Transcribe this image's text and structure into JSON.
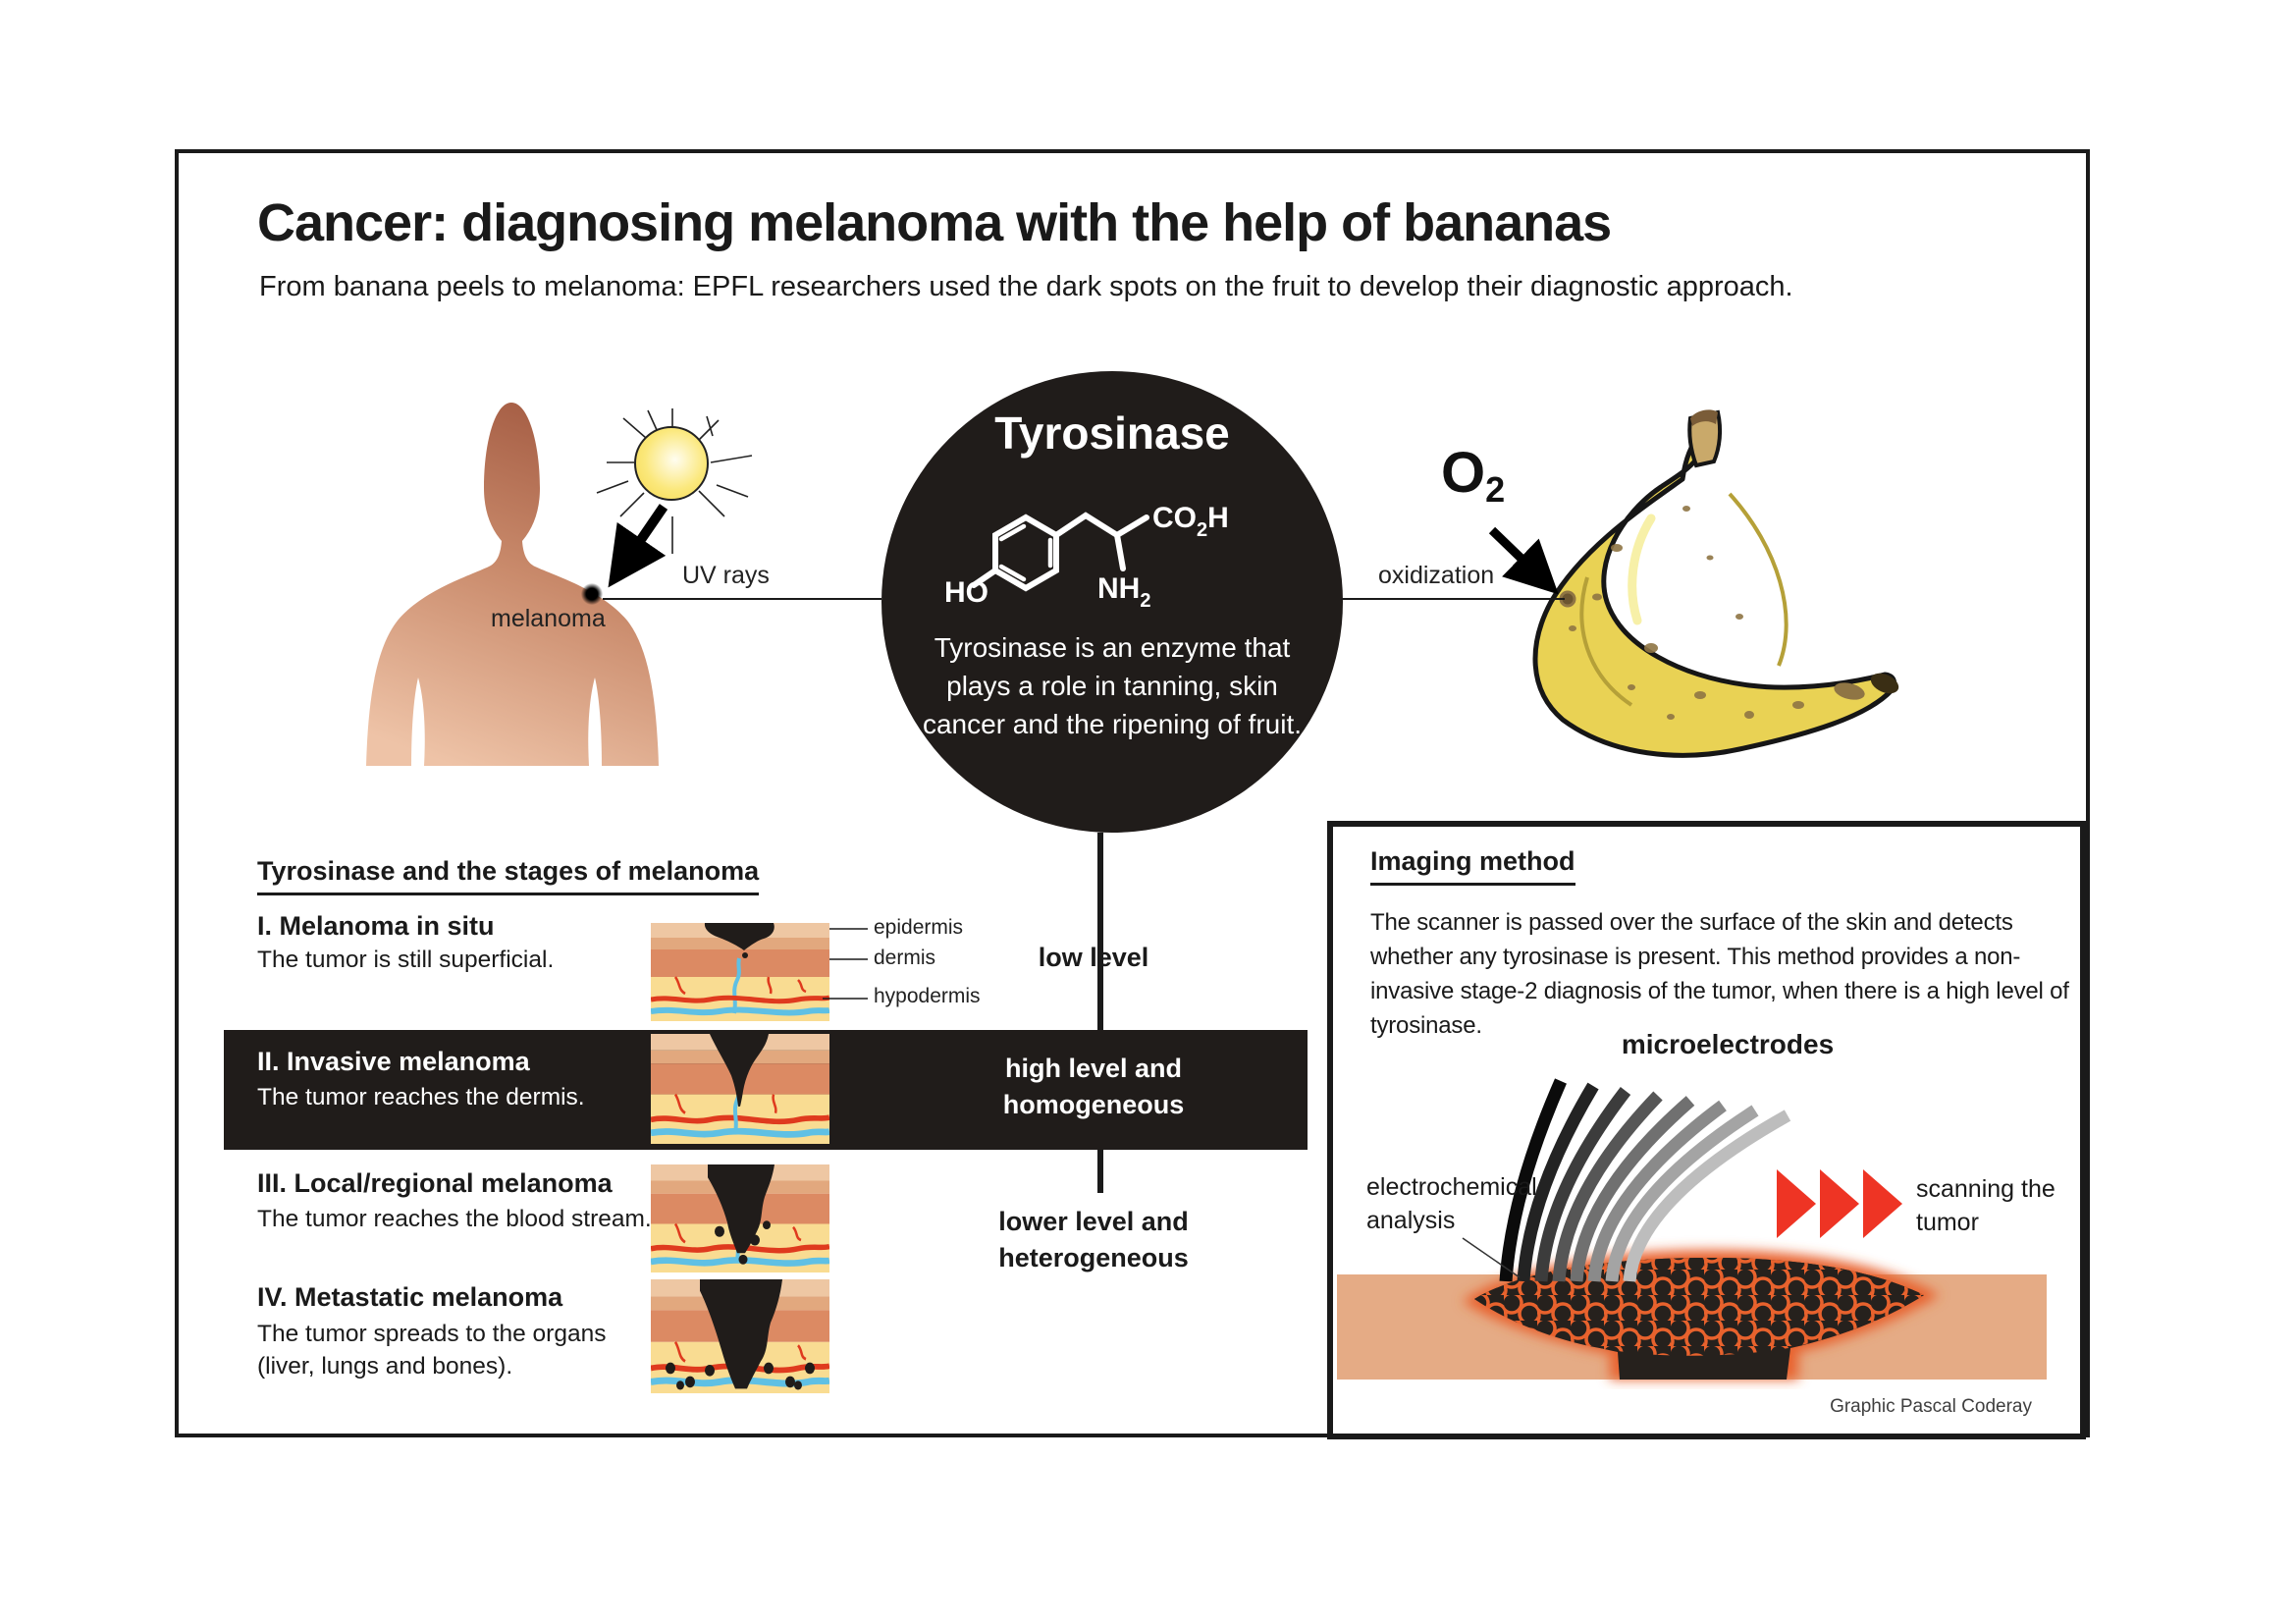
{
  "header": {
    "title": "Cancer: diagnosing melanoma with the help of bananas",
    "subtitle": "From banana peels to melanoma: EPFL researchers used the dark spots on the fruit to develop their diagnostic approach."
  },
  "flow": {
    "melanoma_label": "melanoma",
    "uv_label": "UV rays",
    "oxidization_label": "oxidization",
    "o2": {
      "main": "O",
      "sub": "2"
    },
    "circle": {
      "title": "Tyrosinase",
      "description": "Tyrosinase is an enzyme that plays a role in tanning, skin cancer and the ripening of fruit.",
      "molecule": {
        "ho": "HO",
        "co": "CO",
        "co_sub": "2",
        "co_h": "H",
        "nh": "NH",
        "nh_sub": "2"
      }
    }
  },
  "stages": {
    "heading": "Tyrosinase and the stages of melanoma",
    "skin_labels": [
      "epidermis",
      "dermis",
      "hypodermis"
    ],
    "items": [
      {
        "title": "I. Melanoma in situ",
        "description": "The tumor is still superficial."
      },
      {
        "title": "II. Invasive melanoma",
        "description": "The tumor reaches the dermis."
      },
      {
        "title": "III. Local/regional melanoma",
        "description": "The tumor reaches the blood stream."
      },
      {
        "title": "IV. Metastatic melanoma",
        "description": "The tumor spreads to the organs (liver, lungs and bones)."
      }
    ],
    "levels": [
      "low level",
      "high level and homogeneous",
      "lower level and heterogeneous"
    ]
  },
  "imaging": {
    "heading": "Imaging method",
    "description": "The scanner is passed over the surface of the skin and detects whether any tyrosinase is present. This method provides a non-invasive stage-2 diagnosis of the tumor, when there is a high level of tyrosinase.",
    "microelectrodes_label": "microelectrodes",
    "electrochemical_label": "electrochemical analysis",
    "scanning_label": "scanning the tumor",
    "credit": "Graphic Pascal Coderay"
  },
  "colors": {
    "near_black": "#201c1a",
    "accent_red": "#ee3424",
    "epidermis": "#eec7a3",
    "dermis": "#dc8a63",
    "hypodermis": "#f9dc92",
    "vessel_red": "#df3a1e",
    "vessel_blue": "#5fc0e4",
    "banana_yellow": "#e9d254",
    "skin_tone": "#e5ab85"
  }
}
